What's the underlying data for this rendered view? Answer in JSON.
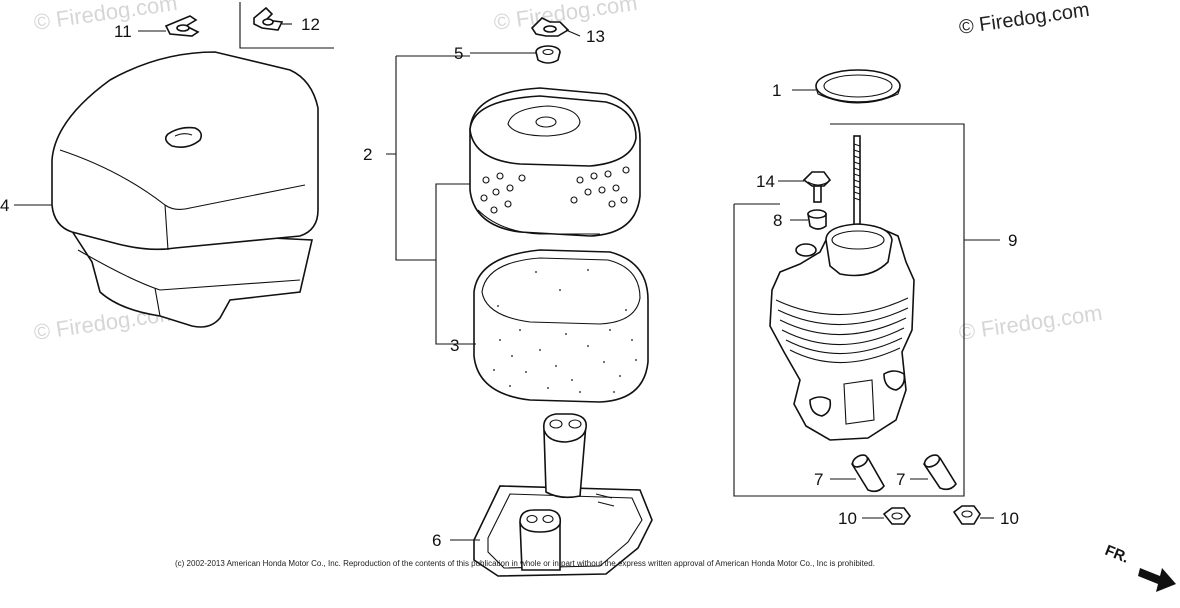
{
  "watermark": {
    "brand": "© Firedog.com"
  },
  "copyright": "(c) 2002-2013 American Honda Motor Co., Inc. Reproduction of the contents of this publication in whole or in part without the express written approval of American Honda Motor Co., Inc is prohibited.",
  "direction_label": "FR.",
  "callouts": [
    "11",
    "12",
    "13",
    "5",
    "2",
    "4",
    "3",
    "6",
    "1",
    "14",
    "8",
    "9",
    "7",
    "7",
    "10",
    "10"
  ]
}
